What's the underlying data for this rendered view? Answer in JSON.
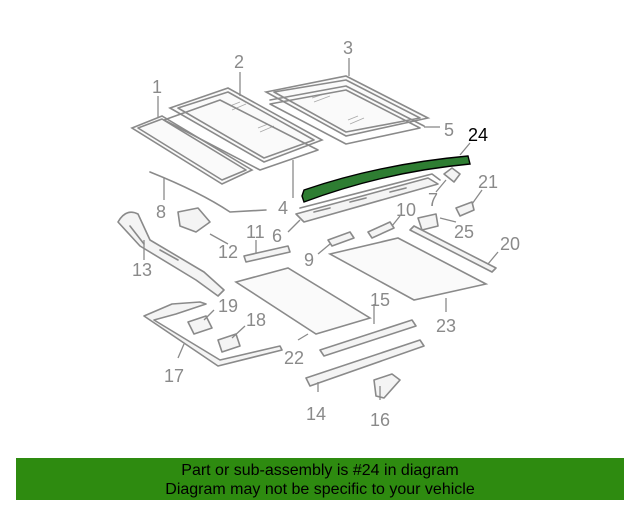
{
  "diagram": {
    "callouts": [
      {
        "id": "1",
        "label": "1"
      },
      {
        "id": "2",
        "label": "2"
      },
      {
        "id": "3",
        "label": "3"
      },
      {
        "id": "4",
        "label": "4"
      },
      {
        "id": "5",
        "label": "5"
      },
      {
        "id": "6",
        "label": "6"
      },
      {
        "id": "7",
        "label": "7"
      },
      {
        "id": "8",
        "label": "8"
      },
      {
        "id": "9",
        "label": "9"
      },
      {
        "id": "10",
        "label": "10"
      },
      {
        "id": "11",
        "label": "11"
      },
      {
        "id": "12",
        "label": "12"
      },
      {
        "id": "13",
        "label": "13"
      },
      {
        "id": "14",
        "label": "14"
      },
      {
        "id": "15",
        "label": "15"
      },
      {
        "id": "16",
        "label": "16"
      },
      {
        "id": "17",
        "label": "17"
      },
      {
        "id": "18",
        "label": "18"
      },
      {
        "id": "19",
        "label": "19"
      },
      {
        "id": "20",
        "label": "20"
      },
      {
        "id": "21",
        "label": "21"
      },
      {
        "id": "22",
        "label": "22"
      },
      {
        "id": "23",
        "label": "23"
      },
      {
        "id": "24",
        "label": "24"
      },
      {
        "id": "25",
        "label": "25"
      }
    ],
    "highlighted_part": "24",
    "highlight_color": "#2e7d32"
  },
  "banner": {
    "line1": "Part or sub-assembly is #24 in diagram",
    "line2": "Diagram may not be specific to your vehicle",
    "background": "#2e8b10"
  }
}
